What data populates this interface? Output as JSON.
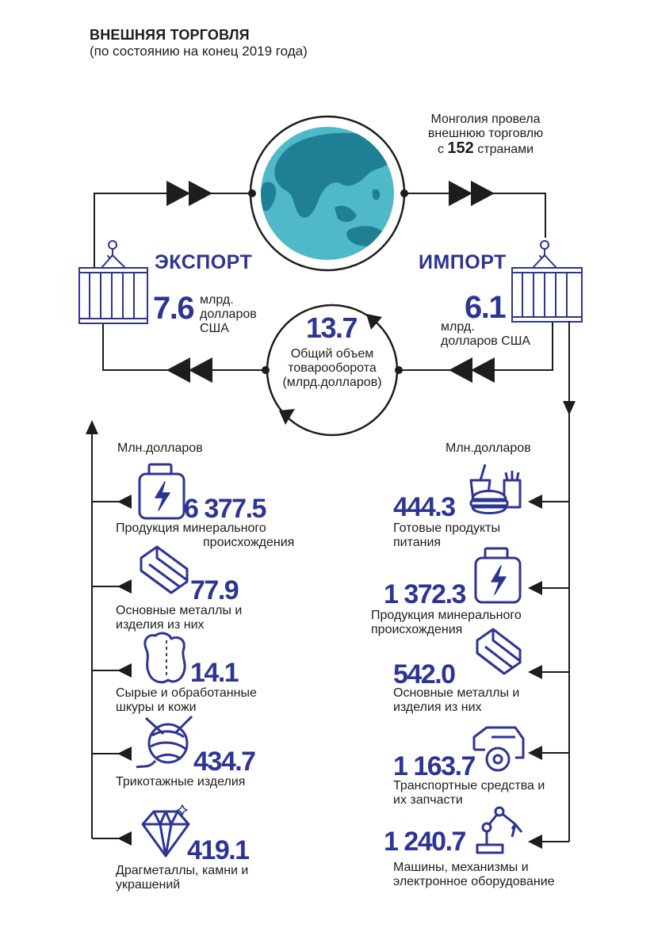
{
  "header": {
    "title": "ВНЕШНЯЯ ТОРГОВЛЯ",
    "subtitle": "(по состоянию на конец 2019 года)"
  },
  "globe_note": {
    "line1": "Монголия провела",
    "line2": "внешнюю торговлю",
    "prefix": "с",
    "count": "152",
    "suffix": "странами"
  },
  "export": {
    "label": "ЭКСПОРТ",
    "value": "7.6",
    "unit_line1": "млрд.",
    "unit_line2": "долларов",
    "unit_line3": "США"
  },
  "import": {
    "label": "ИМПОРТ",
    "value": "6.1",
    "unit_line1": "млрд.",
    "unit_line2": "долларов США"
  },
  "total": {
    "value": "13.7",
    "line1": "Общий объем",
    "line2": "товарооборота",
    "line3": "(млрд.долларов)"
  },
  "export_items": {
    "unit": "Млн.долларов",
    "items": [
      {
        "value": "6 377.5",
        "line1": "Продукция минерального",
        "line2": "происхождения",
        "icon": "mineral-jar-icon"
      },
      {
        "value": "77.9",
        "line1": "Основные металлы и",
        "line2": "изделия из них",
        "icon": "metal-bars-icon"
      },
      {
        "value": "14.1",
        "line1": "Сырые и обработанные",
        "line2": "шкуры и кожи",
        "icon": "leather-hide-icon"
      },
      {
        "value": "434.7",
        "line1": "Трикотажные изделия",
        "line2": "",
        "icon": "yarn-ball-icon"
      },
      {
        "value": "419.1",
        "line1": "Драгметаллы, камни и",
        "line2": "украшений",
        "icon": "diamond-icon"
      }
    ]
  },
  "import_items": {
    "unit": "Млн.долларов",
    "items": [
      {
        "value": "444.3",
        "line1": "Готовые продукты",
        "line2": "питания",
        "icon": "fast-food-icon"
      },
      {
        "value": "1 372.3",
        "line1": "Продукция минерального",
        "line2": "происхождения",
        "icon": "mineral-jar-icon"
      },
      {
        "value": "542.0",
        "line1": "Основные металлы и",
        "line2": "изделия из них",
        "icon": "metal-bars-icon"
      },
      {
        "value": "1 163.7",
        "line1": "Транспортные средства и",
        "line2": "их запчасти",
        "icon": "car-icon"
      },
      {
        "value": "1 240.7",
        "line1": "Машины, механизмы и",
        "line2": "электронное оборудование",
        "icon": "robot-arm-icon"
      }
    ]
  },
  "colors": {
    "accent": "#2d3592",
    "globe": "#4fb8c9",
    "land": "#1f7f95",
    "line": "#1d1d1b"
  }
}
